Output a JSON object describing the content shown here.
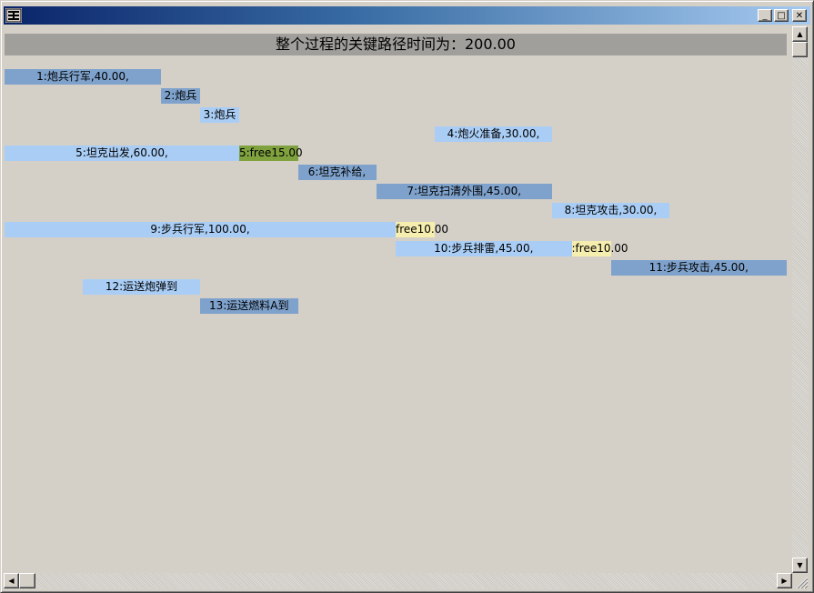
{
  "window": {
    "minimize_label": "_",
    "maximize_label": "□",
    "close_label": "✕"
  },
  "header": {
    "text": "整个过程的关键路径时间为：200.00"
  },
  "colors": {
    "titlebar_start": "#0a246a",
    "titlebar_end": "#a6caf0",
    "task_dark": "#7ea2cc",
    "task_light": "#a9cdf5",
    "free_green": "#7fa23e",
    "free_yellow": "#f6eeae",
    "header_bg": "#a19f9c"
  },
  "tasks": [
    {
      "id": 1,
      "label": "1:炮兵行军,40.00,",
      "start": 0,
      "duration": 40,
      "color": "#7ea2cc"
    },
    {
      "id": 2,
      "label": "2:炮兵",
      "start": 40,
      "duration": 10,
      "color": "#7ea2cc"
    },
    {
      "id": 3,
      "label": "3:炮兵",
      "start": 50,
      "duration": 10,
      "color": "#a9cdf5"
    },
    {
      "id": 4,
      "label": "4:炮火准备,30.00,",
      "start": 110,
      "duration": 30,
      "color": "#a9cdf5"
    },
    {
      "id": 5,
      "label": "5:坦克出发,60.00,",
      "start": 0,
      "duration": 60,
      "color": "#a9cdf5"
    },
    {
      "id": 6,
      "label": "6:坦克补给,",
      "start": 75,
      "duration": 20,
      "color": "#7ea2cc"
    },
    {
      "id": 7,
      "label": "7:坦克扫清外围,45.00,",
      "start": 95,
      "duration": 45,
      "color": "#7ea2cc"
    },
    {
      "id": 8,
      "label": "8:坦克攻击,30.00,",
      "start": 140,
      "duration": 30,
      "color": "#a9cdf5"
    },
    {
      "id": 9,
      "label": "9:步兵行军,100.00,",
      "start": 0,
      "duration": 100,
      "color": "#a9cdf5"
    },
    {
      "id": 10,
      "label": "10:步兵排雷,45.00,",
      "start": 100,
      "duration": 45,
      "color": "#a9cdf5"
    },
    {
      "id": 11,
      "label": "11:步兵攻击,45.00,",
      "start": 155,
      "duration": 45,
      "color": "#7ea2cc"
    },
    {
      "id": 12,
      "label": "12:运送炮弹到",
      "start": 20,
      "duration": 30,
      "color": "#a9cdf5"
    },
    {
      "id": 13,
      "label": "13:运送燃料A到",
      "start": 50,
      "duration": 25,
      "color": "#7ea2cc"
    }
  ],
  "free_slack": [
    {
      "row": 5,
      "label": "5:free15.00",
      "start": 60,
      "duration": 15,
      "color": "#7fa23e"
    },
    {
      "row": 9,
      "label": "free10.00",
      "start": 100,
      "duration": 10,
      "color": "#f6eeae"
    },
    {
      "row": 10,
      "label": ":free10.00",
      "start": 145,
      "duration": 10,
      "color": "#f6eeae"
    }
  ],
  "scrollbars": {
    "up_arrow": "▲",
    "down_arrow": "▼",
    "left_arrow": "◀",
    "right_arrow": "▶"
  }
}
